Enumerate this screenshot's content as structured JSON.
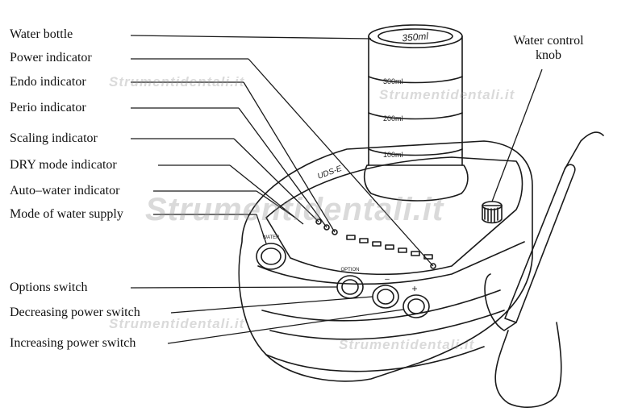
{
  "labels": {
    "water_bottle": "Water  bottle",
    "power_indicator": "Power indicator",
    "endo_indicator": "Endo  indicator",
    "perio_indicator": "Perio  indicator",
    "scaling_indicator": "Scaling indicator",
    "dry_mode_indicator": "DRY mode indicator",
    "auto_water_indicator": "Auto–water  indicator",
    "mode_water_supply": "Mode of water supply",
    "water_control_line1": "Water control",
    "water_control_line2": "knob",
    "options_switch": "Options  switch",
    "decreasing_power_switch": "Decreasing power switch",
    "increasing_power_switch": "Increasing power switch"
  },
  "device": {
    "bottle_cap": "350ml",
    "mark_300": "300ml",
    "mark_200": "200ml",
    "mark_100": "100ml",
    "model": "UDS-E",
    "water_button": "WATER",
    "option_button": "OPTION",
    "minus": "–",
    "plus": "+"
  },
  "watermark": "Strumentidentali.it"
}
